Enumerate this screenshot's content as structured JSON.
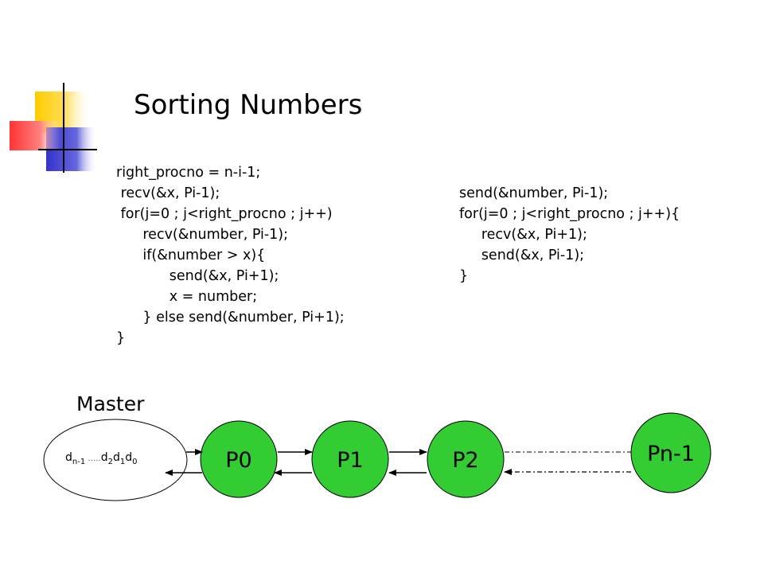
{
  "title": "Sorting Numbers",
  "code_left": [
    "right_procno = n-i-1;",
    " recv(&x, Pi-1);",
    " for(j=0 ; j<right_procno ; j++)",
    "      recv(&number, Pi-1);",
    "      if(&number > x){",
    "            send(&x, Pi+1);",
    "            x = number;",
    "      } else send(&number, Pi+1);",
    "}"
  ],
  "code_right": [
    "send(&number, Pi-1);",
    "for(j=0 ; j<right_procno ; j++){",
    "     recv(&x, Pi+1);",
    "     send(&x, Pi-1);",
    "}"
  ],
  "diagram": {
    "master_label": "Master",
    "master_data": {
      "d1": "d",
      "s1": "n-1",
      "dots": " …..",
      "d2": "d",
      "s2": "2",
      "d3": "d",
      "s3": "1",
      "d4": "d",
      "s4": "0"
    },
    "nodes": [
      "P0",
      "P1",
      "P2",
      "Pn-1"
    ]
  },
  "colors": {
    "node_fill": "#33cc33",
    "deco_yellow": "#ffcc00",
    "deco_blue": "#3333cc",
    "deco_red": "#ff3333"
  }
}
